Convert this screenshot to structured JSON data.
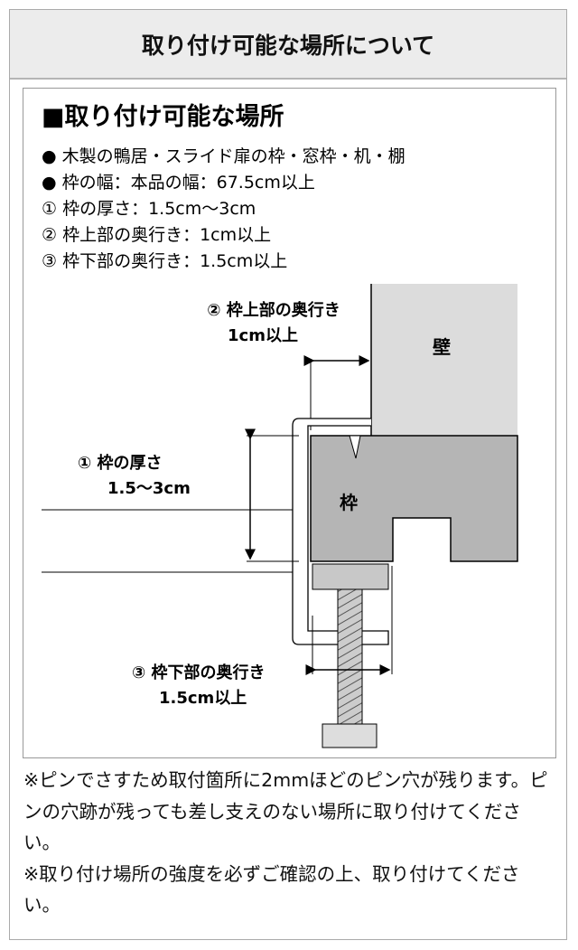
{
  "header": {
    "title": "取り付け可能な場所について"
  },
  "figure": {
    "heading": "■取り付け可能な場所",
    "specs": [
      "● 木製の鴨居・スライド扉の枠・窓枠・机・棚",
      "● 枠の幅：本品の幅：67.5cm以上",
      "① 枠の厚さ：1.5cm〜3cm",
      "② 枠上部の奥行き：1cm以上",
      "③ 枠下部の奥行き：1.5cm以上"
    ],
    "labels": {
      "wall": "壁",
      "frame": "枠",
      "top_depth_1": "② 枠上部の奥行き",
      "top_depth_2": "1cm以上",
      "thickness_1": "① 枠の厚さ",
      "thickness_2": "1.5〜3cm",
      "bottom_depth_1": "③ 枠下部の奥行き",
      "bottom_depth_2": "1.5cm以上"
    }
  },
  "notes": [
    "※ピンでさすため取付箇所に2mmほどのピン穴が残ります。ピンの穴跡が残っても差し支えのない場所に取り付けてください。",
    "※取り付け場所の強度を必ずご確認の上、取り付けてください。"
  ]
}
